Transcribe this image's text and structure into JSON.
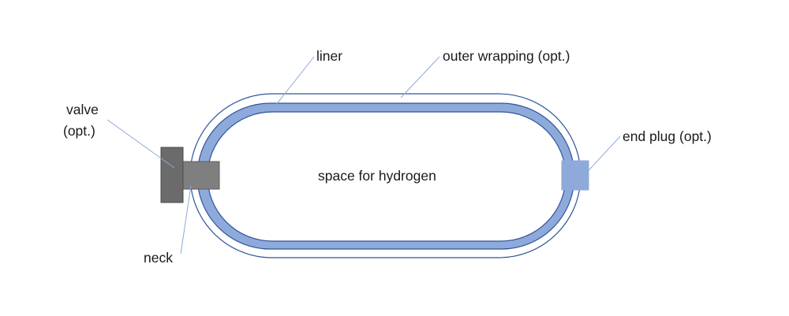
{
  "labels": {
    "liner": "liner",
    "outer_wrapping": "outer wrapping (opt.)",
    "valve_line1": "valve",
    "valve_line2": "(opt.)",
    "end_plug": "end plug (opt.)",
    "neck": "neck",
    "center": "space for hydrogen"
  },
  "colors": {
    "liner_fill": "#8eaadb",
    "outline": "#2f5597",
    "valve_fill": "#6b6b6b",
    "neck_fill": "#7f7f7f",
    "leader_line": "#8eaadb",
    "text": "#1a1a1a"
  }
}
